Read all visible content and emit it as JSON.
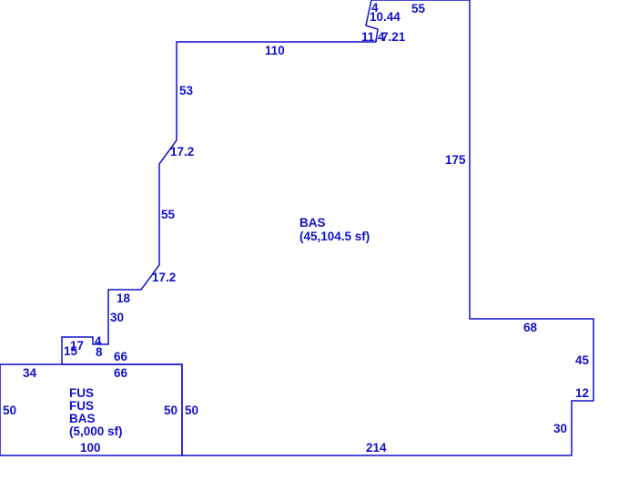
{
  "colors": {
    "line": "#1111cc",
    "text": "#1111cc",
    "background": "#ffffff"
  },
  "areas": [
    {
      "name": "main-building",
      "labels": [
        "BAS",
        "(45,104.5 sf)"
      ]
    },
    {
      "name": "annex",
      "labels": [
        "FUS",
        "FUS",
        "BAS",
        "(5,000 sf)"
      ]
    }
  ],
  "dimensions": [
    "4",
    "10.44",
    "55",
    "11.4",
    "7.21",
    "110",
    "53",
    "17.2",
    "175",
    "55",
    "17.2",
    "18",
    "30",
    "17",
    "4",
    "15",
    "8",
    "66",
    "34",
    "66",
    "68",
    "45",
    "12",
    "30",
    "50",
    "50",
    "50",
    "100",
    "214"
  ]
}
